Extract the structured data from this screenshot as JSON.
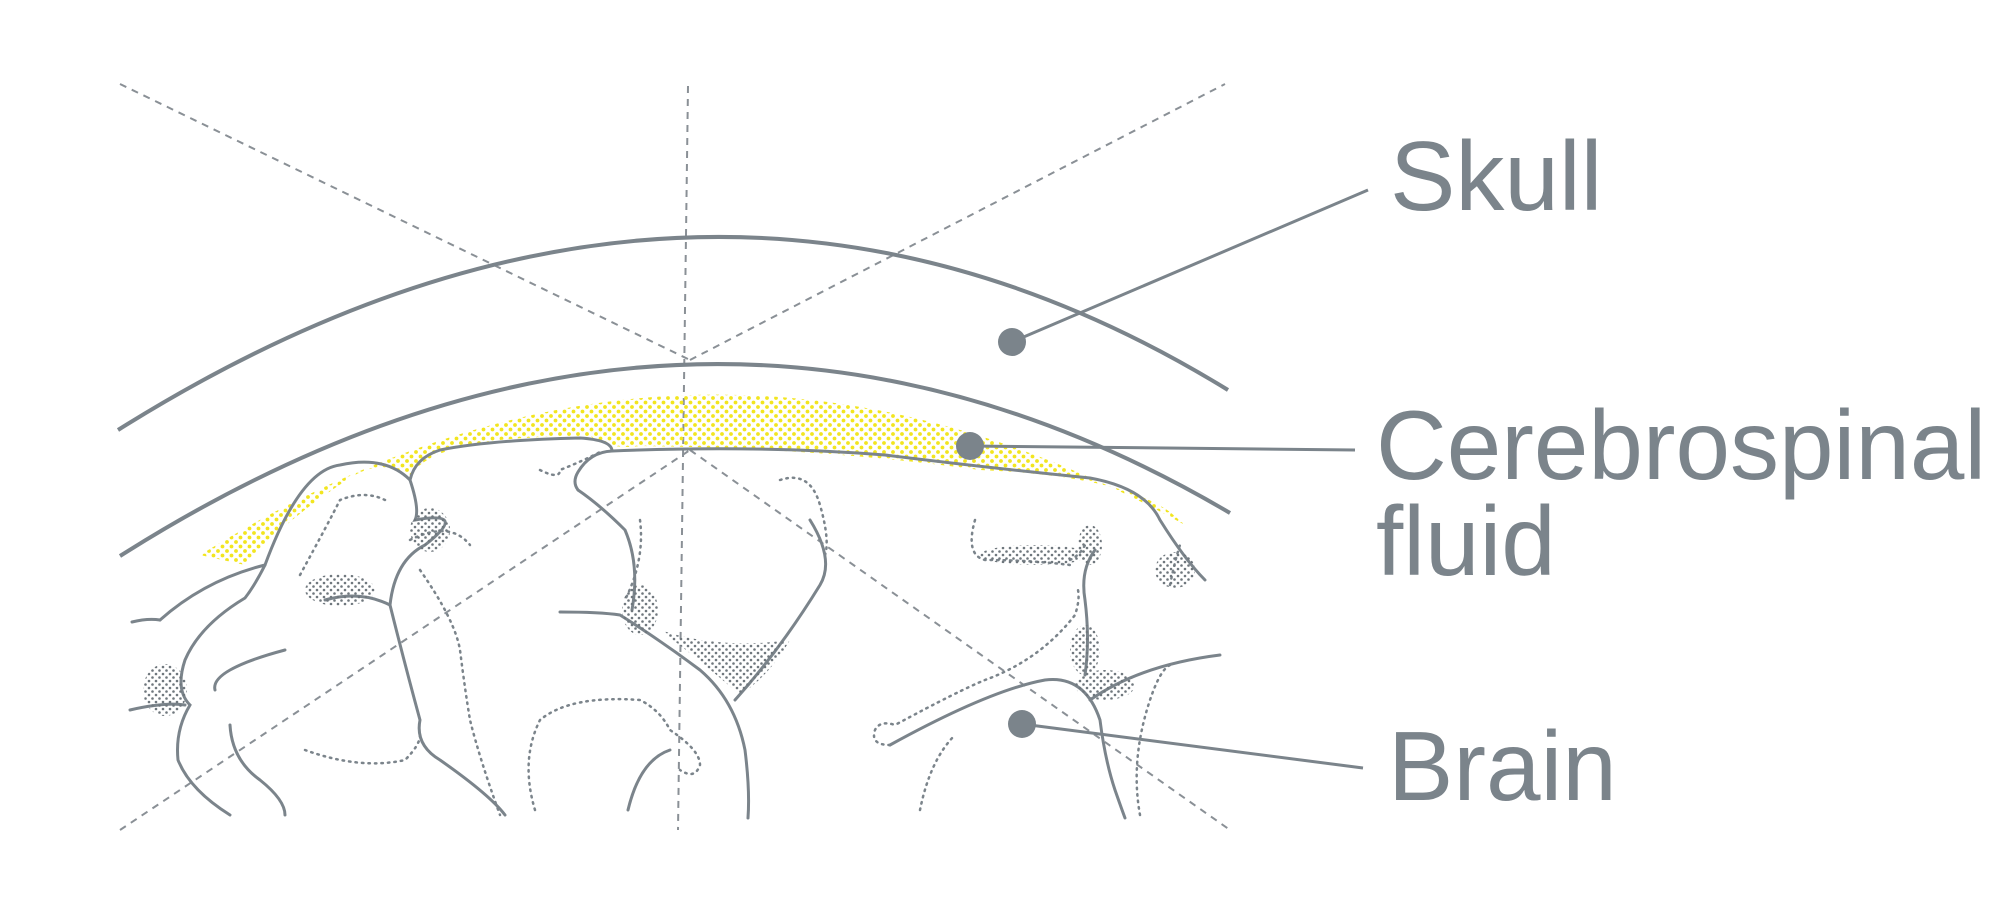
{
  "labels": {
    "skull": "Skull",
    "csf_line1": "Cerebrospinal",
    "csf_line2": "fluid",
    "brain": "Brain"
  },
  "colors": {
    "line": "#7b848b",
    "dash": "#8a9096",
    "fluid": "#f2e51f",
    "background": "#ffffff"
  }
}
